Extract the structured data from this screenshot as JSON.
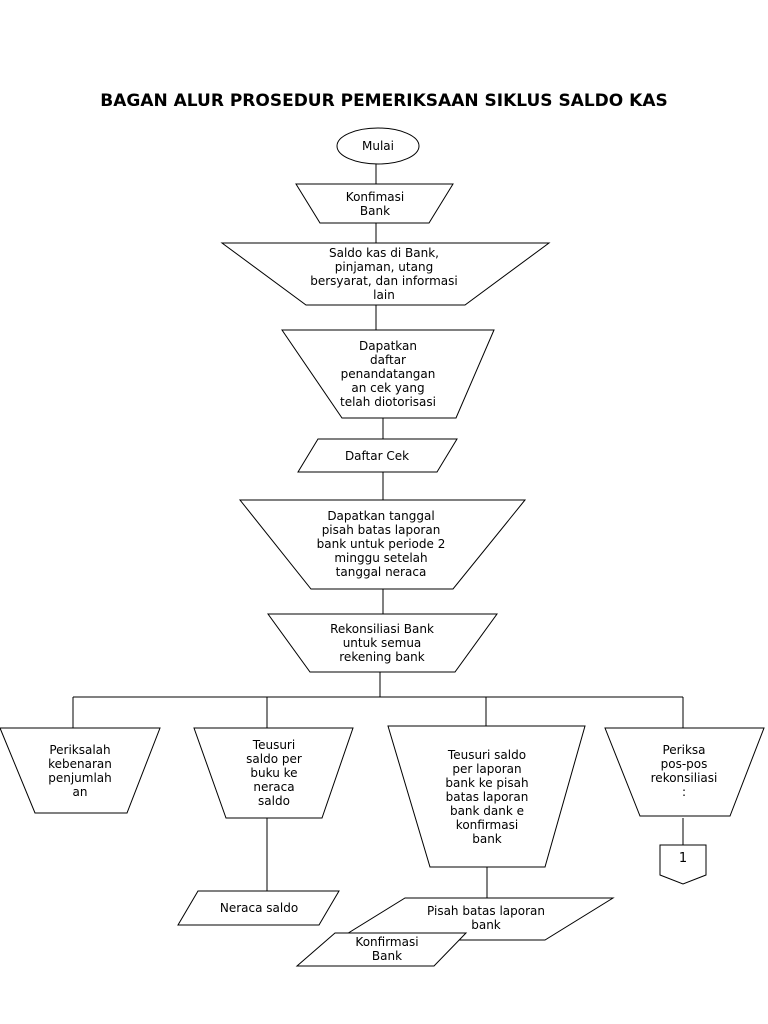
{
  "title": "BAGAN ALUR PROSEDUR PEMERIKSAAN SIKLUS SALDO KAS",
  "nodes": {
    "start": "Mulai",
    "konfirmasi_bank_top": "Konfimasi\nBank",
    "saldo_kas": "Saldo kas di Bank,\npinjaman, utang\nbersyarat, dan informasi\nlain",
    "dapatkan_daftar": "Dapatkan\ndaftar\npenandatangan\nan cek yang\ntelah diotorisasi",
    "daftar_cek": "Daftar Cek",
    "dapatkan_tanggal": "Dapatkan tanggal\npisah batas laporan\nbank untuk periode 2\nminggu setelah\ntanggal neraca",
    "rekonsiliasi": "Rekonsiliasi Bank\nuntuk semua\nrekening bank",
    "periksalah": "Periksalah\nkebenaran\npenjumlah\nan",
    "teusuri_saldo": "Teusuri\nsaldo per\nbuku ke\nneraca\nsaldo",
    "teusuri_laporan": "Teusuri saldo\nper laporan\nbank ke pisah\nbatas laporan\nbank dank e\nkonfirmasi\nbank",
    "periksa_pos": "Periksa\npos-pos\nrekonsiliasi\n:",
    "connector_1": "1",
    "neraca_saldo": "Neraca saldo",
    "pisah_batas": "Pisah batas laporan\nbank",
    "konfirmasi_bank_bottom": "Konfirmasi\nBank"
  }
}
